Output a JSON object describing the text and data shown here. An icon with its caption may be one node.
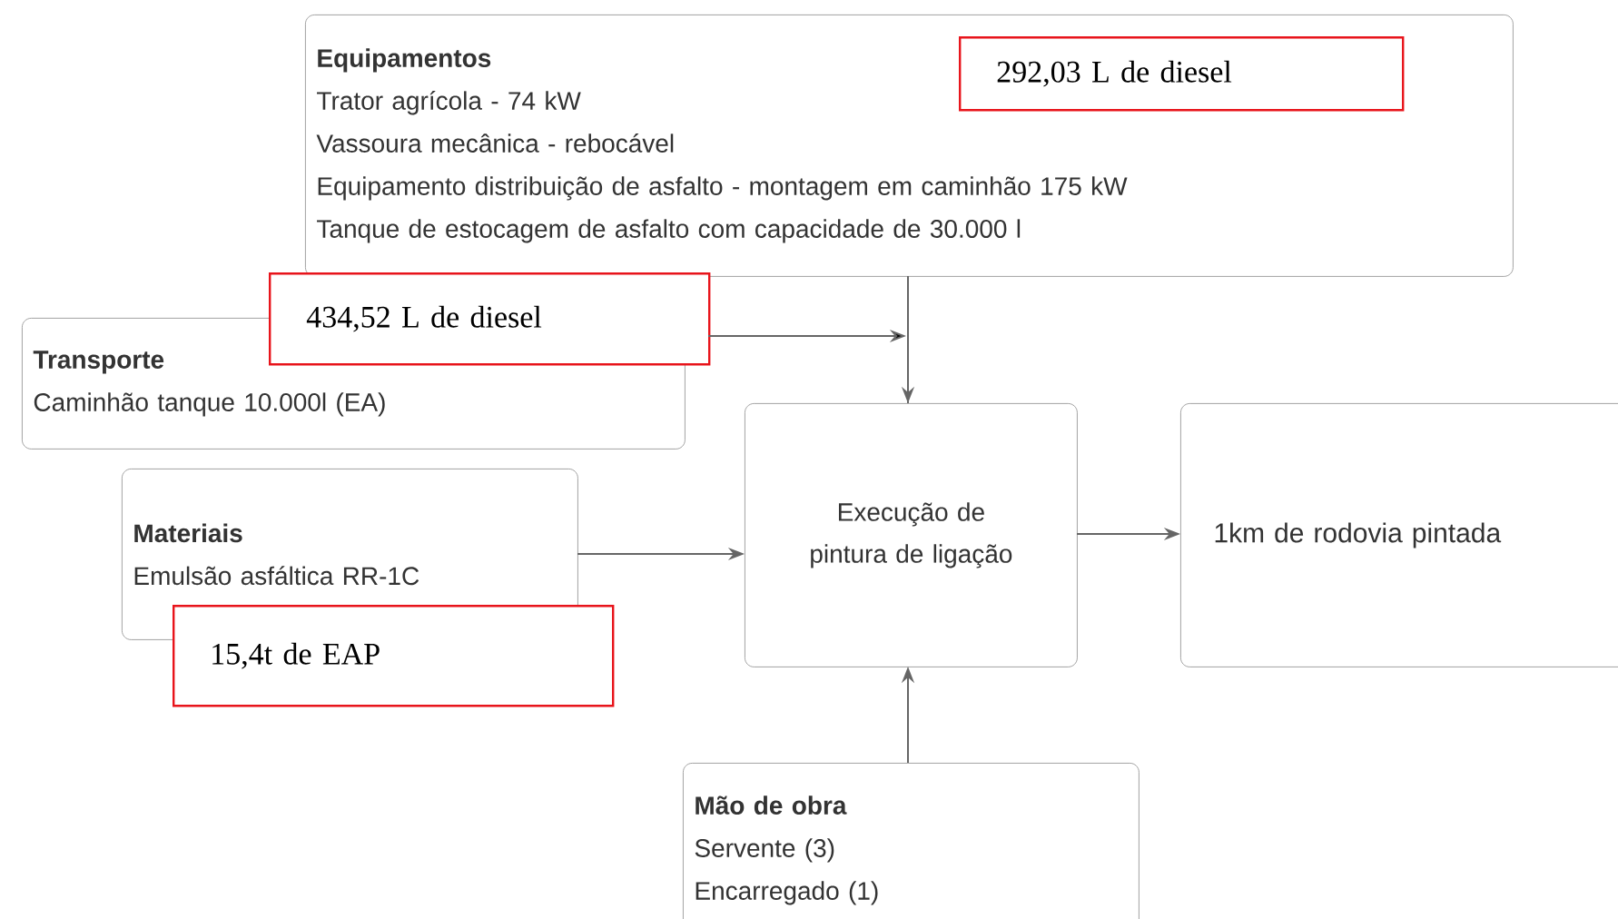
{
  "diagram": {
    "nodes": [
      {
        "text": [
          "Equipamentos",
          "Trator agrícola - 74 kW",
          "Vassoura mecânica - rebocável",
          "Equipamento distribuição de   asfalto - montagem em caminhão 175 kW",
          "Tanque de estocagem de asfalto   com capacidade de 30.000 l"
        ]
      },
      {
        "text": [
          "292,03 L de diesel"
        ],
        "in": 0
      },
      {
        "text": [
          "Transporte",
          "Caminhão tanque 10.000l (EA)"
        ]
      },
      {
        "text": [
          "434,52 L de diesel"
        ]
      },
      {
        "text": [
          "Materiais",
          "Emulsão asfáltica RR-1C"
        ]
      },
      {
        "text": [
          "15,4t de EAP"
        ]
      },
      {
        "text": [
          "Execução de pintura de ligação"
        ]
      },
      {
        "text": [
          "1km de rodovia pintada"
        ]
      },
      {
        "text": [
          "Mão de obra",
          "Servente (3)",
          "Encarregado (1)"
        ]
      }
    ],
    "edges": [
      {
        "from": 0,
        "to": 6,
        "arrow": "to"
      },
      {
        "from": 3,
        "to": 6,
        "arrow": "to"
      },
      {
        "from": 4,
        "to": 6,
        "arrow": "to"
      },
      {
        "from": 6,
        "to": 7,
        "arrow": "to"
      },
      {
        "from": 8,
        "to": 6,
        "arrow": "to"
      }
    ]
  }
}
